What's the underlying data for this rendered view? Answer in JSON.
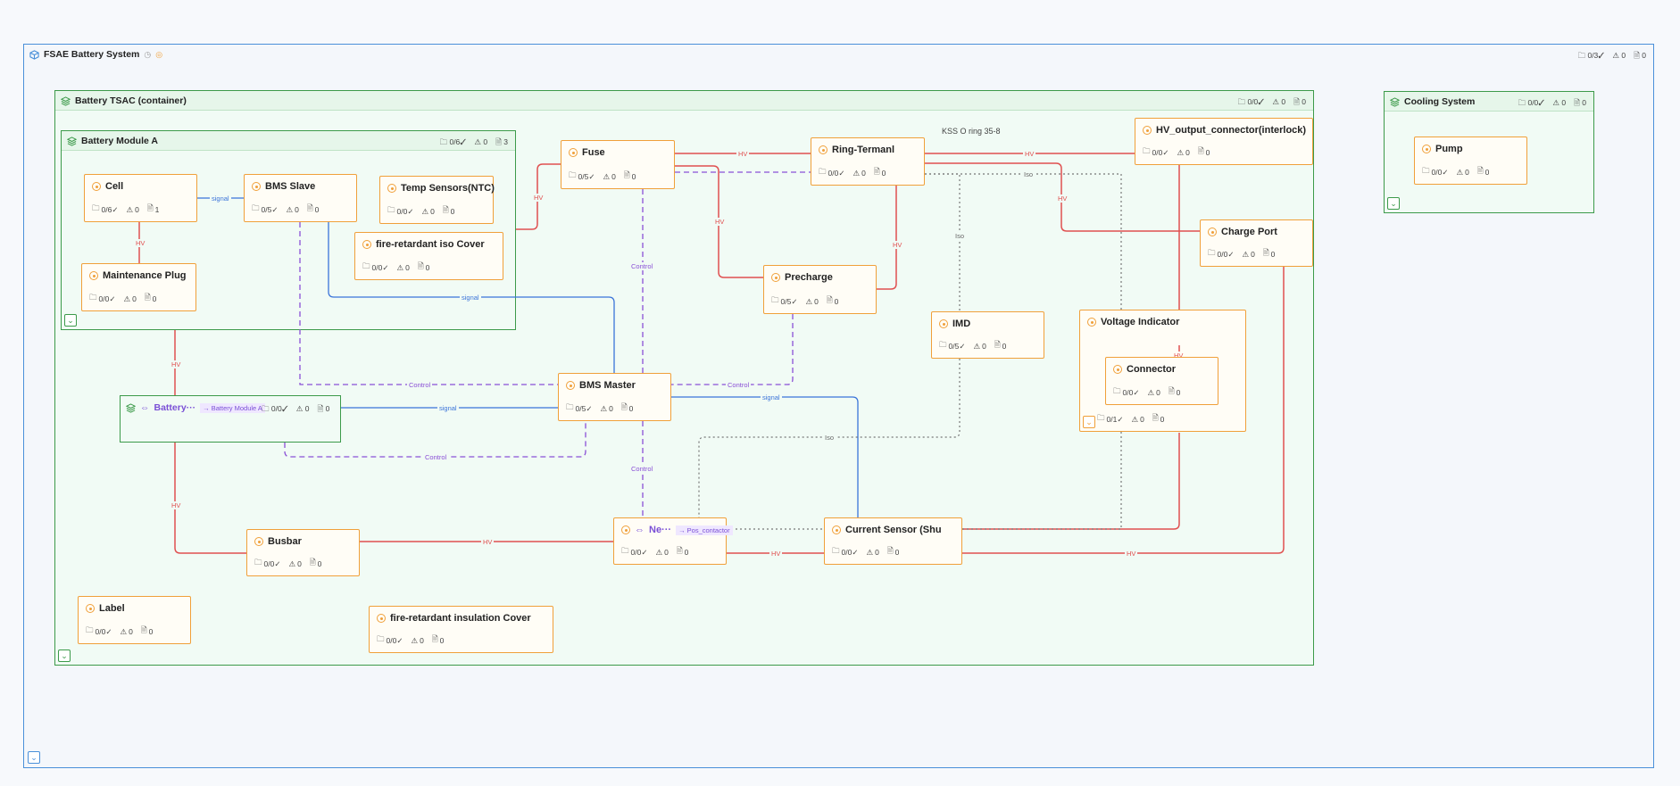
{
  "colors": {
    "hv": "#e05050",
    "signal": "#3b74d9",
    "control": "#8a4fd6",
    "iso": "#777777",
    "node_border": "#f0a03a",
    "group_border": "#3c9a4a",
    "frame_border": "#4a90d9"
  },
  "system": {
    "title": "FSAE Battery System",
    "stats": {
      "folders": "0/3✓",
      "warnings": "0",
      "docs": "0"
    }
  },
  "tsac": {
    "title": "Battery TSAC (container)",
    "stats": {
      "folders": "0/0✓",
      "warnings": "0",
      "docs": "0"
    }
  },
  "module_a": {
    "title": "Battery Module A",
    "stats": {
      "folders": "0/6✓",
      "warnings": "0",
      "docs": "3"
    }
  },
  "cooling": {
    "title": "Cooling System",
    "stats": {
      "folders": "0/0✓",
      "warnings": "0",
      "docs": "0"
    }
  },
  "battery_ref": {
    "title": "Battery···",
    "ref": "→ Battery Module A",
    "stats": {
      "folders": "0/0✓",
      "warnings": "0",
      "docs": "0"
    }
  },
  "neg_ref": {
    "title": "Ne···",
    "ref": "→ Pos_contactor",
    "stats": {
      "folders": "0/0✓",
      "warnings": "0",
      "docs": "0"
    }
  },
  "voltage": {
    "title": "Voltage Indicator",
    "stats": {
      "folders": "0/1✓",
      "warnings": "0",
      "docs": "0"
    }
  },
  "annotation": "KSS O ring 35-8",
  "nodes": {
    "cell": {
      "title": "Cell",
      "folders": "0/6✓",
      "warnings": "0",
      "docs": "1"
    },
    "bms_slave": {
      "title": "BMS Slave",
      "folders": "0/5✓",
      "warnings": "0",
      "docs": "0"
    },
    "temp": {
      "title": "Temp Sensors(NTC)",
      "folders": "0/0✓",
      "warnings": "0",
      "docs": "0"
    },
    "maint": {
      "title": "Maintenance Plug",
      "folders": "0/0✓",
      "warnings": "0",
      "docs": "0"
    },
    "iso_cover": {
      "title": "fire-retardant iso Cover",
      "folders": "0/0✓",
      "warnings": "0",
      "docs": "0"
    },
    "fuse": {
      "title": "Fuse",
      "folders": "0/5✓",
      "warnings": "0",
      "docs": "0"
    },
    "ring": {
      "title": "Ring-Termanl",
      "folders": "0/0✓",
      "warnings": "0",
      "docs": "0"
    },
    "hvout": {
      "title": "HV_output_connector(interlock)",
      "folders": "0/0✓",
      "warnings": "0",
      "docs": "0"
    },
    "charge": {
      "title": "Charge Port",
      "folders": "0/0✓",
      "warnings": "0",
      "docs": "0"
    },
    "precharge": {
      "title": "Precharge",
      "folders": "0/5✓",
      "warnings": "0",
      "docs": "0"
    },
    "imd": {
      "title": "IMD",
      "folders": "0/5✓",
      "warnings": "0",
      "docs": "0"
    },
    "connector": {
      "title": "Connector",
      "folders": "0/0✓",
      "warnings": "0",
      "docs": "0"
    },
    "bms_master": {
      "title": "BMS Master",
      "folders": "0/5✓",
      "warnings": "0",
      "docs": "0"
    },
    "busbar": {
      "title": "Busbar",
      "folders": "0/0✓",
      "warnings": "0",
      "docs": "0"
    },
    "current": {
      "title": "Current Sensor (Shu",
      "folders": "0/0✓",
      "warnings": "0",
      "docs": "0"
    },
    "label": {
      "title": "Label",
      "folders": "0/0✓",
      "warnings": "0",
      "docs": "0"
    },
    "ins_cover": {
      "title": "fire-retardant insulation Cover",
      "folders": "0/0✓",
      "warnings": "0",
      "docs": "0"
    },
    "pump": {
      "title": "Pump",
      "folders": "0/0✓",
      "warnings": "0",
      "docs": "0"
    }
  },
  "edge_labels": {
    "hv": "HV",
    "signal": "signal",
    "control": "Control",
    "iso": "Iso"
  }
}
